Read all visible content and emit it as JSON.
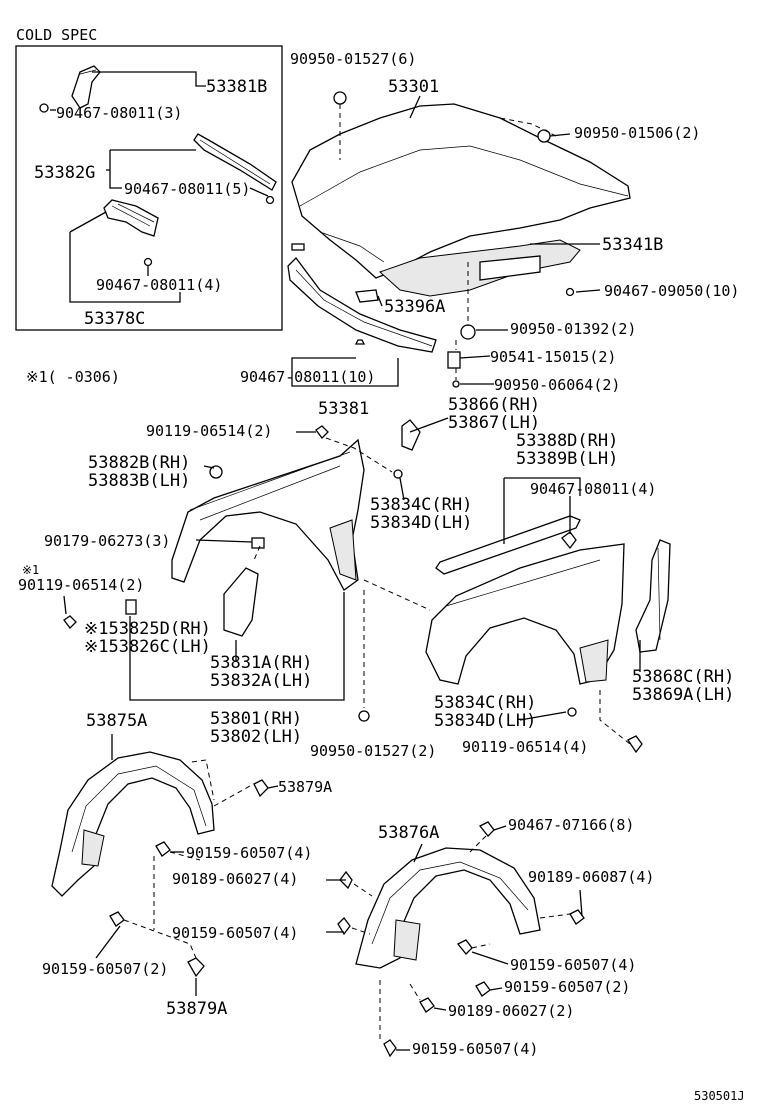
{
  "inset": {
    "title": "COLD SPEC"
  },
  "footnote": "※1(     -0306)",
  "code": "530501J",
  "labels": [
    {
      "id": "p53381B",
      "text": "53381B"
    },
    {
      "id": "b90467_3",
      "text": "90467-08011(3)"
    },
    {
      "id": "p53382G",
      "text": "53382G"
    },
    {
      "id": "b90467_5",
      "text": "90467-08011(5)"
    },
    {
      "id": "b90467_4a",
      "text": "90467-08011(4)"
    },
    {
      "id": "p53378C",
      "text": "53378C"
    },
    {
      "id": "b90950_6",
      "text": "90950-01527(6)"
    },
    {
      "id": "p53301",
      "text": "53301"
    },
    {
      "id": "b90950_2a",
      "text": "90950-01506(2)"
    },
    {
      "id": "p53341B",
      "text": "53341B"
    },
    {
      "id": "b90467_10a",
      "text": "90467-09050(10)"
    },
    {
      "id": "p53396A",
      "text": "53396A"
    },
    {
      "id": "b90950_2b",
      "text": "90950-01392(2)"
    },
    {
      "id": "b90541",
      "text": "90541-15015(2)"
    },
    {
      "id": "b90950_2c",
      "text": "90950-06064(2)"
    },
    {
      "id": "b90467_10b",
      "text": "90467-08011(10)"
    },
    {
      "id": "p53381",
      "text": "53381"
    },
    {
      "id": "p53866",
      "text": "53866(RH)"
    },
    {
      "id": "p53867",
      "text": "53867(LH)"
    },
    {
      "id": "b90119_2a",
      "text": "90119-06514(2)"
    },
    {
      "id": "p53388D",
      "text": "53388D(RH)"
    },
    {
      "id": "p53389B",
      "text": "53389B(LH)"
    },
    {
      "id": "p53882B",
      "text": "53882B(RH)"
    },
    {
      "id": "p53883B",
      "text": "53883B(LH)"
    },
    {
      "id": "b90467_4b",
      "text": "90467-08011(4)"
    },
    {
      "id": "p53834C_a",
      "text": "53834C(RH)"
    },
    {
      "id": "p53834D_a",
      "text": "53834D(LH)"
    },
    {
      "id": "b90179",
      "text": "90179-06273(3)"
    },
    {
      "id": "m1a",
      "text": "※1"
    },
    {
      "id": "b90119_2b",
      "text": "90119-06514(2)"
    },
    {
      "id": "p53825D",
      "text": "※153825D(RH)"
    },
    {
      "id": "p53826C",
      "text": "※153826C(LH)"
    },
    {
      "id": "p53831A",
      "text": "53831A(RH)"
    },
    {
      "id": "p53832A",
      "text": "53832A(LH)"
    },
    {
      "id": "p53868C",
      "text": "53868C(RH)"
    },
    {
      "id": "p53869A",
      "text": "53869A(LH)"
    },
    {
      "id": "p53875A",
      "text": "53875A"
    },
    {
      "id": "p53801",
      "text": "53801(RH)"
    },
    {
      "id": "p53802",
      "text": "53802(LH)"
    },
    {
      "id": "p53834C_b",
      "text": "53834C(RH)"
    },
    {
      "id": "p53834D_b",
      "text": "53834D(LH)"
    },
    {
      "id": "b90950_2d",
      "text": "90950-01527(2)"
    },
    {
      "id": "b90119_4",
      "text": "90119-06514(4)"
    },
    {
      "id": "p53879A_a",
      "text": "53879A"
    },
    {
      "id": "p53876A",
      "text": "53876A"
    },
    {
      "id": "b90467_8",
      "text": "90467-07166(8)"
    },
    {
      "id": "b90159_4a",
      "text": "90159-60507(4)"
    },
    {
      "id": "b90189_4a",
      "text": "90189-06027(4)"
    },
    {
      "id": "b90189_4b",
      "text": "90189-06087(4)"
    },
    {
      "id": "b90159_4b",
      "text": "90159-60507(4)"
    },
    {
      "id": "b90159_4c",
      "text": "90159-60507(4)"
    },
    {
      "id": "b90159_2a",
      "text": "90159-60507(2)"
    },
    {
      "id": "b90159_2b",
      "text": "90159-60507(2)"
    },
    {
      "id": "b90189_2",
      "text": "90189-06027(2)"
    },
    {
      "id": "p53879A_b",
      "text": "53879A"
    },
    {
      "id": "b90159_4d",
      "text": "90159-60507(4)"
    }
  ]
}
